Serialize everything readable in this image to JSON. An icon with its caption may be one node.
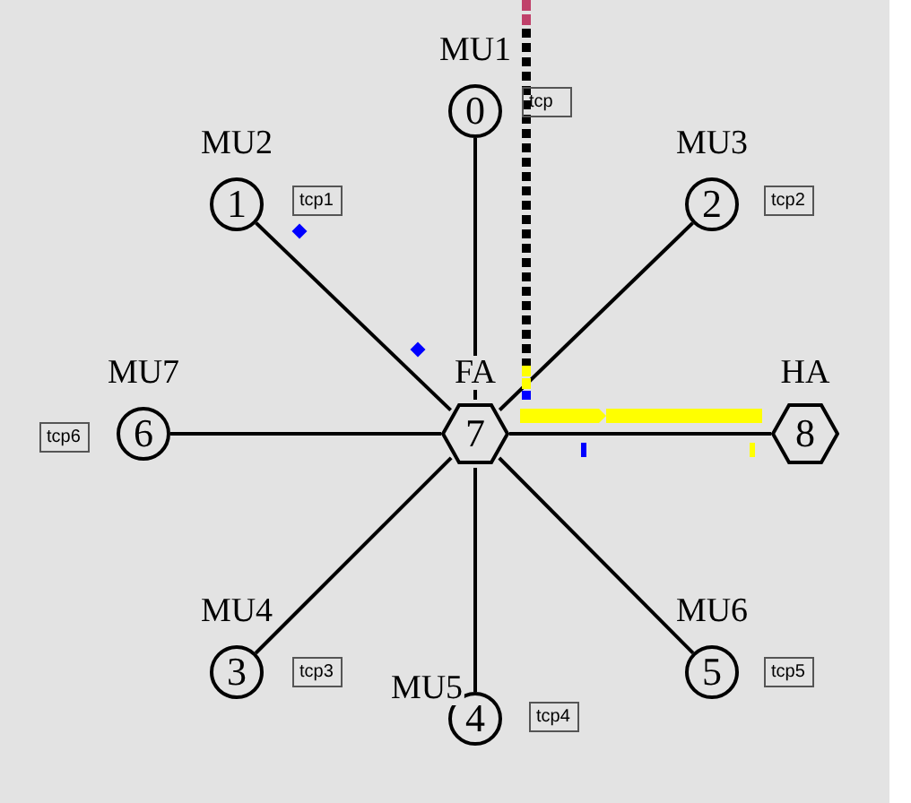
{
  "diagram": {
    "nodes": [
      {
        "text": [
          "0"
        ],
        "beside": [
          "MU1"
        ]
      },
      {
        "text": [
          "1"
        ],
        "beside": [
          "MU2"
        ]
      },
      {
        "text": [
          "2"
        ],
        "beside": [
          "MU3"
        ]
      },
      {
        "text": [
          "6"
        ],
        "beside": [
          "MU7"
        ]
      },
      {
        "text": [
          "7"
        ],
        "beside": [
          "FA"
        ]
      },
      {
        "text": [
          "8"
        ],
        "beside": [
          "HA"
        ]
      },
      {
        "text": [
          "3"
        ],
        "beside": [
          "MU4"
        ]
      },
      {
        "text": [
          "5"
        ],
        "beside": [
          "MU6"
        ]
      },
      {
        "text": [
          "4"
        ],
        "beside": [
          "MU5"
        ]
      },
      {
        "text": [
          "tcp"
        ]
      },
      {
        "text": [
          "tcp1"
        ]
      },
      {
        "text": [
          "tcp2"
        ]
      },
      {
        "text": [
          "tcp6"
        ]
      },
      {
        "text": [
          "tcp3"
        ]
      },
      {
        "text": [
          "tcp5"
        ]
      },
      {
        "text": [
          "tcp4"
        ]
      }
    ],
    "edges": [
      {
        "from": 0,
        "to": 4,
        "arrow": "none"
      },
      {
        "from": 1,
        "to": 4,
        "arrow": "none"
      },
      {
        "from": 2,
        "to": 4,
        "arrow": "none"
      },
      {
        "from": 3,
        "to": 4,
        "arrow": "none"
      },
      {
        "from": 4,
        "to": 5,
        "arrow": "none"
      },
      {
        "from": 6,
        "to": 4,
        "arrow": "none"
      },
      {
        "from": 8,
        "to": 4,
        "arrow": "none"
      },
      {
        "from": 7,
        "to": 4,
        "arrow": "none"
      }
    ]
  }
}
